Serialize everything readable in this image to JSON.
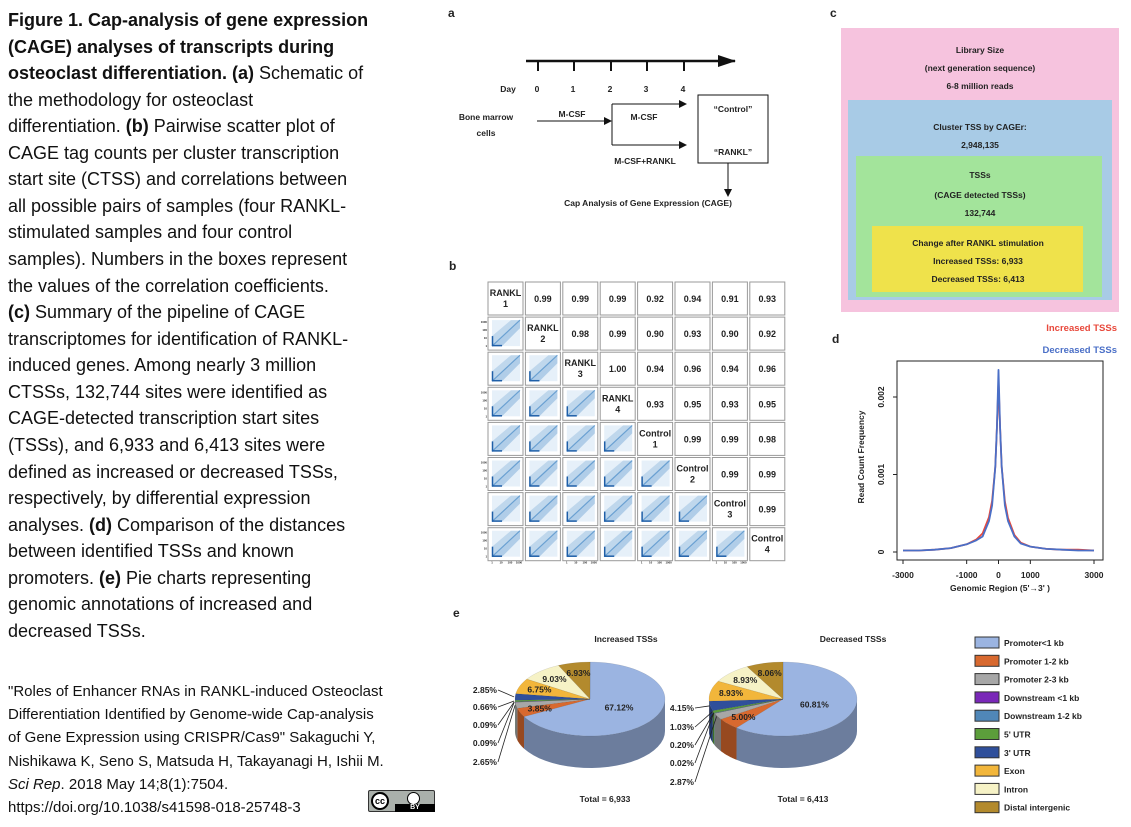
{
  "caption": {
    "lines": [
      [
        {
          "t": "Figure 1. Cap-analysis of gene expression",
          "b": true
        }
      ],
      [
        {
          "t": "(CAGE) analyses of transcripts during",
          "b": true
        }
      ],
      [
        {
          "t": "osteoclast differentiation. (a)",
          "b": true
        },
        {
          "t": " Schematic of",
          "b": false
        }
      ],
      [
        {
          "t": "the methodology for osteoclast",
          "b": false
        }
      ],
      [
        {
          "t": "differentiation. ",
          "b": false
        },
        {
          "t": "(b)",
          "b": true
        },
        {
          "t": " Pairwise scatter plot of",
          "b": false
        }
      ],
      [
        {
          "t": "CAGE tag counts per cluster transcription",
          "b": false
        }
      ],
      [
        {
          "t": "start site (CTSS) and correlations between",
          "b": false
        }
      ],
      [
        {
          "t": "all possible pairs of samples (four RANKL-",
          "b": false
        }
      ],
      [
        {
          "t": "stimulated samples and four control",
          "b": false
        }
      ],
      [
        {
          "t": "samples). Numbers in the boxes represent",
          "b": false
        }
      ],
      [
        {
          "t": "the values of the correlation coefficients.",
          "b": false
        }
      ],
      [
        {
          "t": "(c)",
          "b": true
        },
        {
          "t": " Summary of the pipeline of CAGE",
          "b": false
        }
      ],
      [
        {
          "t": "transcriptomes for identification of RANKL-",
          "b": false
        }
      ],
      [
        {
          "t": "induced genes. Among nearly 3 million",
          "b": false
        }
      ],
      [
        {
          "t": "CTSSs, 132,744 sites were identified as",
          "b": false
        }
      ],
      [
        {
          "t": "CAGE-detected transcription start sites",
          "b": false
        }
      ],
      [
        {
          "t": "(TSSs), and 6,933 and 6,413 sites were",
          "b": false
        }
      ],
      [
        {
          "t": "defined as increased or decreased TSSs,",
          "b": false
        }
      ],
      [
        {
          "t": "respectively, by differential expression",
          "b": false
        }
      ],
      [
        {
          "t": "analyses. ",
          "b": false
        },
        {
          "t": "(d)",
          "b": true
        },
        {
          "t": " Comparison of the distances",
          "b": false
        }
      ],
      [
        {
          "t": "between identified TSSs and known",
          "b": false
        }
      ],
      [
        {
          "t": "promoters. ",
          "b": false
        },
        {
          "t": "(e)",
          "b": true
        },
        {
          "t": " Pie charts representing",
          "b": false
        }
      ],
      [
        {
          "t": "genomic annotations of increased and",
          "b": false
        }
      ],
      [
        {
          "t": "decreased TSSs.",
          "b": false
        }
      ]
    ]
  },
  "citation": {
    "lines": [
      [
        {
          "t": "\"Roles of Enhancer RNAs in RANKL-induced Osteoclast",
          "i": false
        }
      ],
      [
        {
          "t": "Differentiation Identified by Genome-wide Cap-analysis",
          "i": false
        }
      ],
      [
        {
          "t": "of Gene Expression using CRISPR/Cas9\" Sakaguchi Y,",
          "i": false
        }
      ],
      [
        {
          "t": "Nishikawa K, Seno S, Matsuda H, Takayanagi H, Ishii M.",
          "i": false
        }
      ],
      [
        {
          "t": "Sci Rep",
          "i": true
        },
        {
          "t": ". 2018 May 14;8(1):7504.",
          "i": false
        }
      ],
      [
        {
          "t": "https://doi.org/10.1038/s41598-018-25748-3",
          "i": false
        }
      ]
    ],
    "badge": {
      "cc": "cc",
      "by": "BY"
    }
  },
  "panel_a": {
    "label": "a",
    "day_label": "Day",
    "days": [
      "0",
      "1",
      "2",
      "3",
      "4"
    ],
    "source": [
      "Bone marrow",
      "cells"
    ],
    "mcsf_1": "M-CSF",
    "mcsf_2": "M-CSF",
    "mcsf_rankl": "M-CSF+RANKL",
    "control": "“Control”",
    "rankl": "“RANKL”",
    "output": "Cap Analysis of Gene Expression (CAGE)"
  },
  "panel_b": {
    "label": "b",
    "samples": [
      {
        "name": "RANKL",
        "num": "1"
      },
      {
        "name": "RANKL",
        "num": "2"
      },
      {
        "name": "RANKL",
        "num": "3"
      },
      {
        "name": "RANKL",
        "num": "4"
      },
      {
        "name": "Control",
        "num": "1"
      },
      {
        "name": "Control",
        "num": "2"
      },
      {
        "name": "Control",
        "num": "3"
      },
      {
        "name": "Control",
        "num": "4"
      }
    ],
    "correlations": [
      [
        "0.99",
        "0.99",
        "0.99",
        "0.92",
        "0.94",
        "0.91",
        "0.93"
      ],
      [
        "0.98",
        "0.99",
        "0.90",
        "0.93",
        "0.90",
        "0.92"
      ],
      [
        "1.00",
        "0.94",
        "0.96",
        "0.94",
        "0.96"
      ],
      [
        "0.93",
        "0.95",
        "0.93",
        "0.95"
      ],
      [
        "0.99",
        "0.99",
        "0.98"
      ],
      [
        "0.99",
        "0.99"
      ],
      [
        "0.99"
      ]
    ],
    "axis_ticks": [
      "1",
      "10",
      "100",
      "1000"
    ],
    "scatter_color": "#4a8cc8"
  },
  "panel_c": {
    "label": "c",
    "library": {
      "title": "Library Size",
      "sub": "(next generation sequence)",
      "value": "6-8 million reads",
      "color": "#f6c3de"
    },
    "cluster": {
      "title": "Cluster TSS by CAGEr:",
      "value": "2,948,135",
      "color": "#a8cbe6"
    },
    "tss": {
      "title": "TSSs",
      "sub": "(CAGE detected TSSs)",
      "value": "132,744",
      "color": "#a3e49b"
    },
    "change": {
      "title": "Change after RANKL stimulation",
      "increased": "Increased TSSs: 6,933",
      "decreased": "Decreased TSSs: 6,413",
      "color": "#efe24b"
    }
  },
  "chart_data": [
    {
      "panel": "d",
      "type": "line",
      "xlabel": "Genomic Region (5'→3' )",
      "ylabel": "Read Count Frequency",
      "xlim": [
        -3000,
        3000
      ],
      "ylim": [
        0,
        0.00245
      ],
      "xticks": [
        "-3000",
        "-1000",
        "0",
        "1000",
        "3000"
      ],
      "xtick_values": [
        -3000,
        -1000,
        0,
        1000,
        3000
      ],
      "yticks": [
        "0",
        "0.001",
        "0.002"
      ],
      "ytick_values": [
        0,
        0.001,
        0.002
      ],
      "legend_position": "top-right",
      "x": [
        -3000,
        -2500,
        -2000,
        -1500,
        -1000,
        -700,
        -500,
        -300,
        -200,
        -100,
        -50,
        0,
        50,
        100,
        200,
        300,
        500,
        700,
        1000,
        1500,
        2000,
        2500,
        3000
      ],
      "series": [
        {
          "name": "Increased TSSs",
          "color": "#e8483b",
          "values": [
            2e-05,
            2e-05,
            3e-05,
            5e-05,
            0.0001,
            0.00016,
            0.00024,
            0.00045,
            0.00066,
            0.0011,
            0.0016,
            0.0022,
            0.0016,
            0.0011,
            0.00065,
            0.00044,
            0.00022,
            0.00012,
            7e-05,
            4e-05,
            3e-05,
            3e-05,
            2e-05
          ]
        },
        {
          "name": "Decreased TSSs",
          "color": "#4a6fc7",
          "values": [
            2e-05,
            2e-05,
            3e-05,
            5e-05,
            0.0001,
            0.00015,
            0.0002,
            0.0004,
            0.0006,
            0.0011,
            0.0016,
            0.00235,
            0.0016,
            0.0011,
            0.0006,
            0.0004,
            0.0002,
            0.00011,
            7e-05,
            4e-05,
            3e-05,
            2e-05,
            2e-05
          ]
        }
      ]
    },
    {
      "panel": "e",
      "type": "pie",
      "title": "Increased TSSs",
      "total_label": "Total = 6,933",
      "categories": [
        "Promoter<1 kb",
        "Promoter 1-2 kb",
        "Promoter 2-3 kb",
        "Downstream <1 kb",
        "Downstream 1-2 kb",
        "5' UTR",
        "3' UTR",
        "Exon",
        "Intron",
        "Distal intergenic"
      ],
      "values": [
        67.12,
        3.85,
        2.65,
        0.09,
        0.09,
        0.66,
        2.85,
        6.75,
        9.03,
        6.93
      ],
      "labels": [
        "67.12%",
        "3.85%",
        "2.65%",
        "0.09%",
        "0.09%",
        "0.66%",
        "2.85%",
        "6.75%",
        "9.03%",
        "6.93%"
      ]
    },
    {
      "panel": "e",
      "type": "pie",
      "title": "Decreased TSSs",
      "total_label": "Total = 6,413",
      "categories": [
        "Promoter<1 kb",
        "Promoter 1-2 kb",
        "Promoter 2-3 kb",
        "Downstream <1 kb",
        "Downstream 1-2 kb",
        "5' UTR",
        "3' UTR",
        "Exon",
        "Intron",
        "Distal intergenic"
      ],
      "values": [
        60.81,
        5.0,
        2.87,
        0.02,
        0.2,
        1.03,
        4.15,
        8.93,
        8.93,
        8.06
      ],
      "labels": [
        "60.81%",
        "5.00%",
        "2.87%",
        "0.02%",
        "0.20%",
        "1.03%",
        "4.15%",
        "8.93%",
        "8.93%",
        "8.06%"
      ]
    }
  ],
  "panel_e": {
    "label": "e",
    "legend": [
      {
        "label": "Promoter<1 kb",
        "color": "#9bb4e1"
      },
      {
        "label": "Promoter 1-2 kb",
        "color": "#d8692f"
      },
      {
        "label": "Promoter 2-3 kb",
        "color": "#a7a7a7"
      },
      {
        "label": "Downstream <1 kb",
        "color": "#7a28b8"
      },
      {
        "label": "Downstream 1-2 kb",
        "color": "#5087b8"
      },
      {
        "label": "5'  UTR",
        "color": "#5c9e3b"
      },
      {
        "label": "3'  UTR",
        "color": "#2f4f9b"
      },
      {
        "label": "Exon",
        "color": "#f2b63b"
      },
      {
        "label": "Intron",
        "color": "#f6f2c6"
      },
      {
        "label": "Distal intergenic",
        "color": "#b38a2d"
      }
    ]
  },
  "panel_d": {
    "label": "d"
  }
}
